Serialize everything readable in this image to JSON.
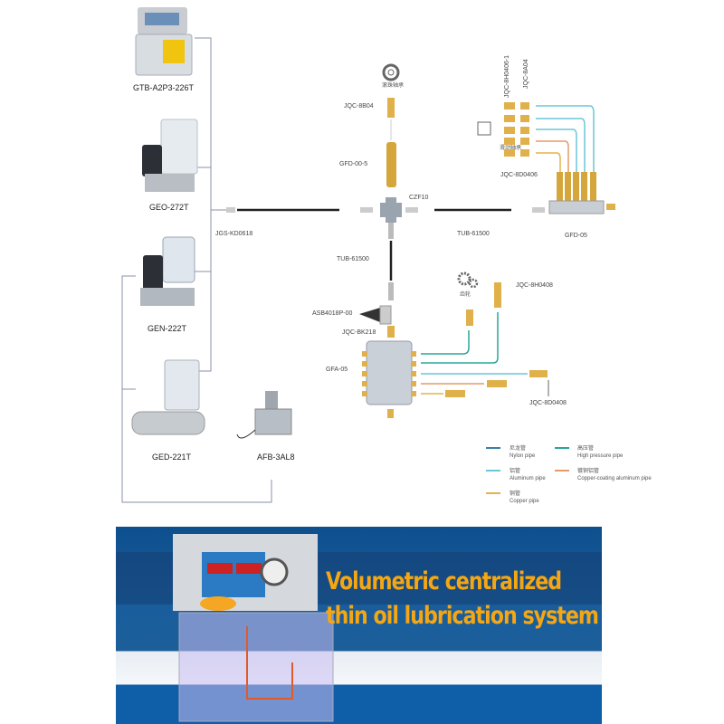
{
  "products": [
    {
      "label": "GTB-A2P3-226T"
    },
    {
      "label": "GEO-272T"
    },
    {
      "label": "GEN-222T"
    },
    {
      "label": "GED-221T"
    },
    {
      "label": "AFB-3AL8"
    }
  ],
  "parts": {
    "jgs": "JGS-KD0618",
    "czf": "CZF10",
    "tub_h": "TUB-61500",
    "tub_v": "TUB-61500",
    "jqc_8b04": "JQC-8B04",
    "gfd_00_5": "GFD-00-5",
    "rolling_bearing": "滚珠轴承",
    "sliding_bearing": "滑动轴承",
    "jqc_8h0406_1": "JQC-8H0406-1",
    "jqc_8a04": "JQC-8A04",
    "jqc_8d0406": "JQC-8D0406",
    "gfd_05": "GFD-05",
    "asb": "ASB4018P-00",
    "jqc_bk218": "JQC-BK218",
    "gfa_05": "GFA-05",
    "gear": "齿轮",
    "jqc_8h0408": "JQC-8H0408",
    "jqc_8d0408": "JQC-8D0408"
  },
  "legend": [
    {
      "cn": "尼龙管",
      "en": "Nylon pipe",
      "color": "#3d7fa8"
    },
    {
      "cn": "高压管",
      "en": "High pressure pipe",
      "color": "#2aa59a"
    },
    {
      "cn": "铝管",
      "en": "Aluminum pipe",
      "color": "#6cc6d8"
    },
    {
      "cn": "镀铜铝管",
      "en": "Copper-coating aluminum pipe",
      "color": "#e59a6a"
    },
    {
      "cn": "铜管",
      "en": "Copper pipe",
      "color": "#e6b24a"
    }
  ],
  "banner": {
    "line1": "Volumetric centralized",
    "line2": "thin oil lubrication system"
  }
}
